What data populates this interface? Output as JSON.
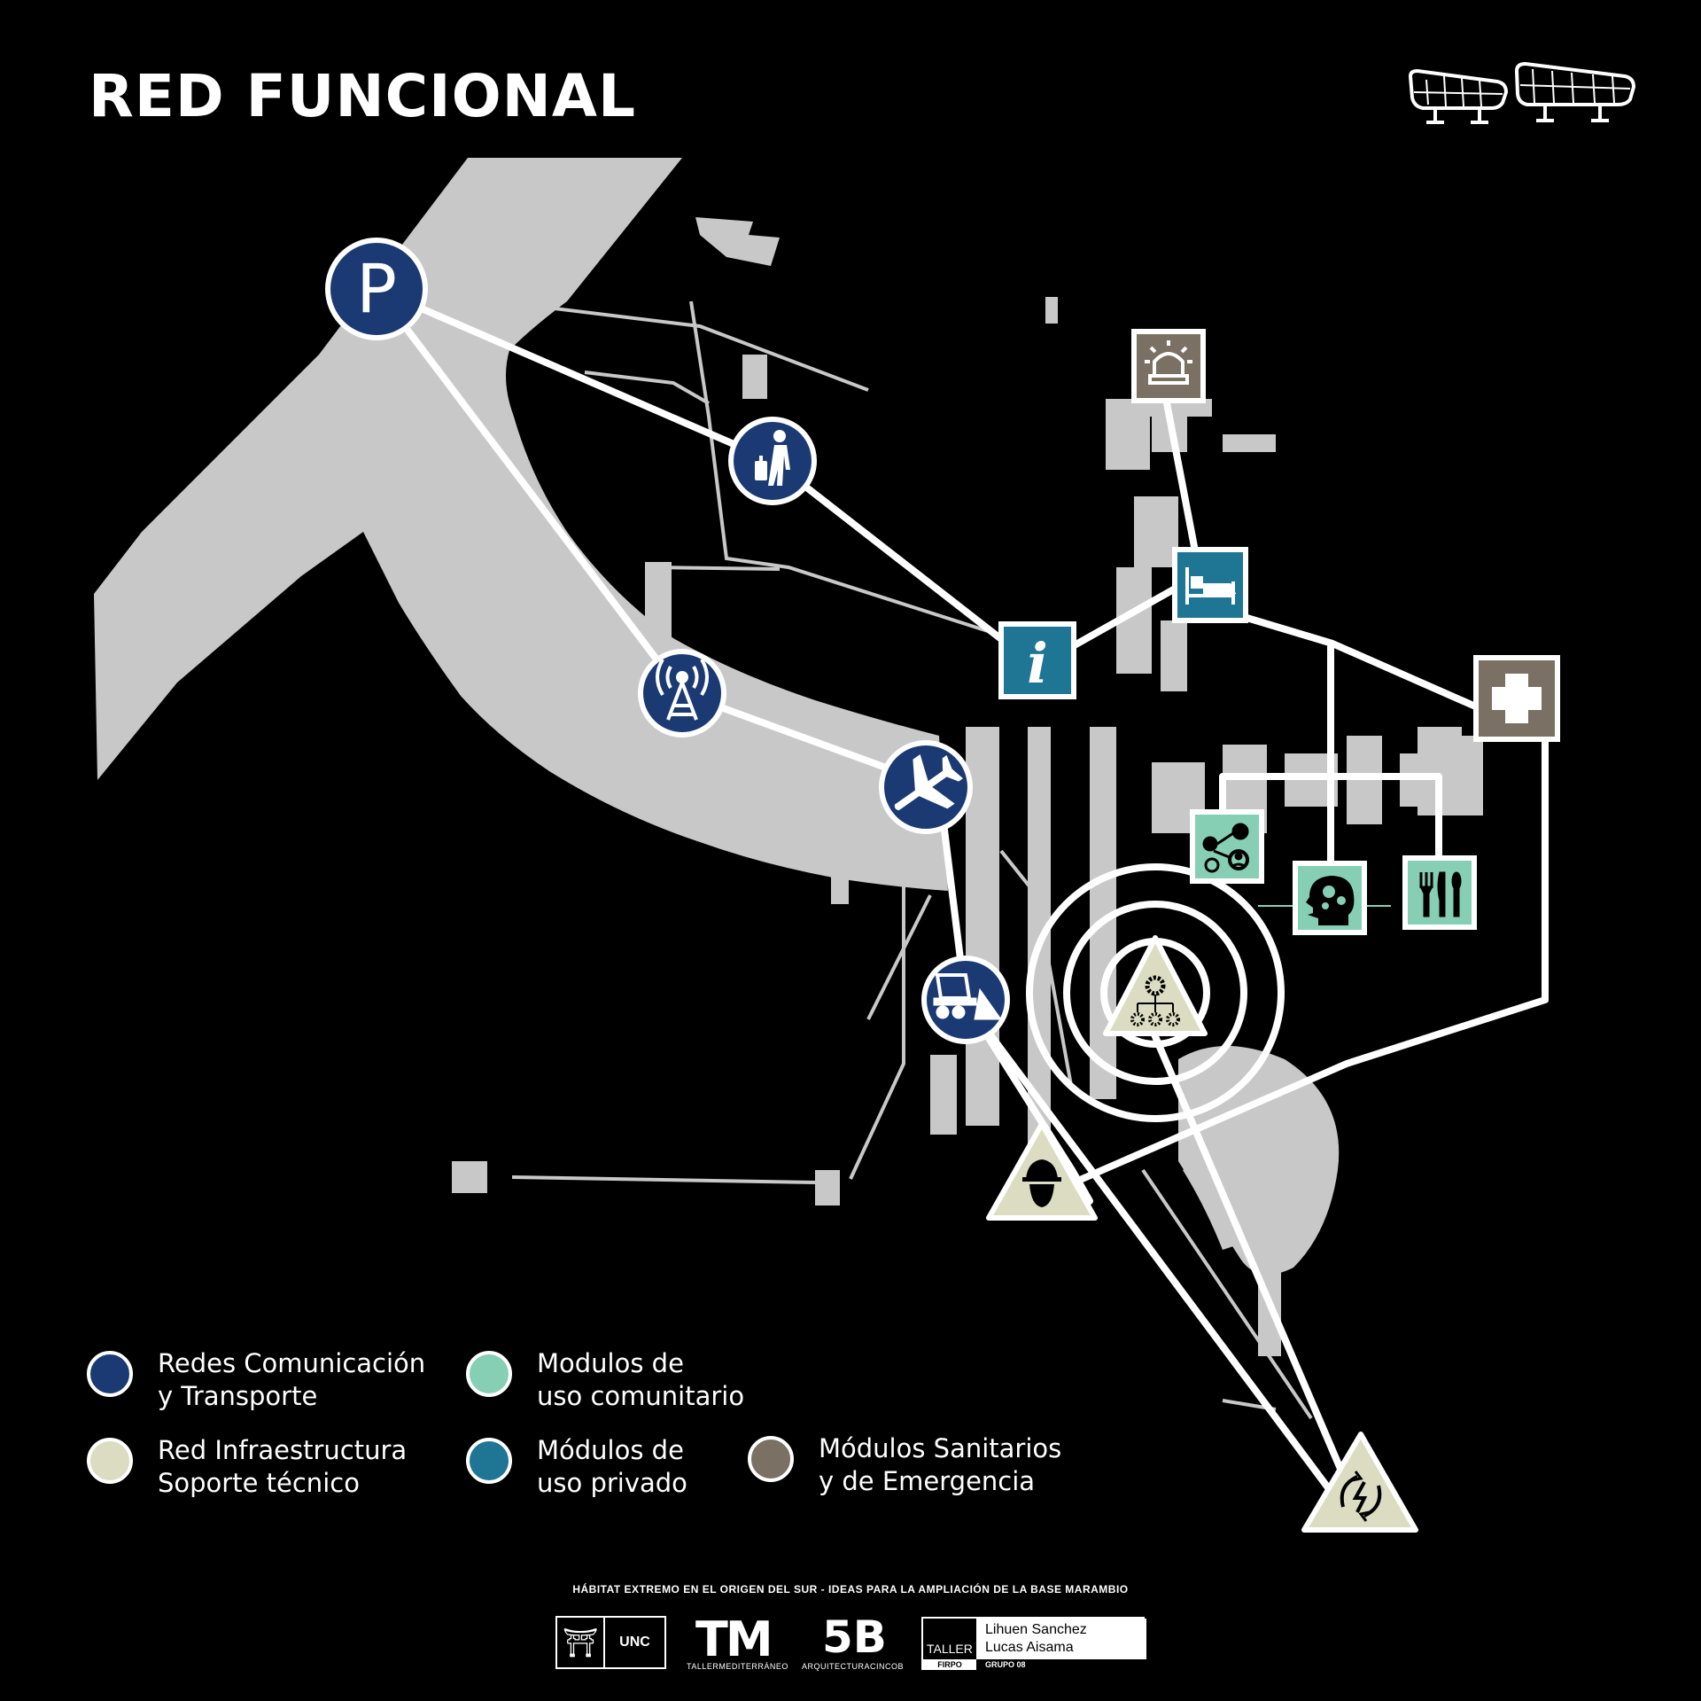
{
  "title": "RED FUNCIONAL",
  "colors": {
    "comunicacion": "#1b3a73",
    "comunitario": "#86cfb5",
    "infraestructura": "#dcdcc2",
    "privado": "#1f7594",
    "sanitario": "#7a7064",
    "terrain": "#c8c8c8"
  },
  "nodes": [
    {
      "id": "parking",
      "shape": "circle",
      "category": "comunicacion",
      "icon": "parking-icon",
      "glyph": "P"
    },
    {
      "id": "pedestrian",
      "shape": "circle",
      "category": "comunicacion",
      "icon": "pedestrian-luggage-icon"
    },
    {
      "id": "antenna",
      "shape": "circle",
      "category": "comunicacion",
      "icon": "antenna-icon"
    },
    {
      "id": "airplane",
      "shape": "circle",
      "category": "comunicacion",
      "icon": "airplane-icon"
    },
    {
      "id": "bulldozer",
      "shape": "circle",
      "category": "comunicacion",
      "icon": "bulldozer-icon"
    },
    {
      "id": "information",
      "shape": "square",
      "category": "privado",
      "icon": "information-icon",
      "glyph": "i"
    },
    {
      "id": "bed",
      "shape": "square",
      "category": "privado",
      "icon": "bed-icon"
    },
    {
      "id": "alarm",
      "shape": "square",
      "category": "sanitario",
      "icon": "alarm-light-icon"
    },
    {
      "id": "medical",
      "shape": "square",
      "category": "sanitario",
      "icon": "medical-cross-icon"
    },
    {
      "id": "community",
      "shape": "square",
      "category": "comunitario",
      "icon": "community-network-icon"
    },
    {
      "id": "brain",
      "shape": "square",
      "category": "comunitario",
      "icon": "brain-gears-icon"
    },
    {
      "id": "dining",
      "shape": "square",
      "category": "comunitario",
      "icon": "fork-knife-icon"
    },
    {
      "id": "central-gears",
      "shape": "triangle",
      "category": "infraestructura",
      "icon": "gears-network-icon"
    },
    {
      "id": "worker",
      "shape": "triangle",
      "category": "infraestructura",
      "icon": "hard-hat-worker-icon"
    },
    {
      "id": "energy",
      "shape": "triangle",
      "category": "infraestructura",
      "icon": "lightning-cycle-icon"
    }
  ],
  "legend": [
    {
      "category": "comunicacion",
      "line1": "Redes Comunicación",
      "line2": "y Transporte"
    },
    {
      "category": "comunitario",
      "line1": "Modulos de",
      "line2": "uso comunitario"
    },
    {
      "category": "infraestructura",
      "line1": "Red Infraestructura",
      "line2": "Soporte técnico"
    },
    {
      "category": "privado",
      "line1": "Módulos de",
      "line2": "uso privado"
    },
    {
      "category": "sanitario",
      "line1": "Módulos Sanitarios",
      "line2": "y de Emergencia"
    }
  ],
  "footer": {
    "subtitle": "HÁBITAT EXTREMO EN EL ORIGEN DEL SUR - IDEAS PARA LA AMPLIACIÓN DE LA BASE MARAMBIO",
    "unc": "UNC",
    "tm": "TM",
    "tm_caption": "TALLERMEDITERRÁNEO",
    "b5": "5B",
    "b5_caption": "ARQUITECTURACINCOB",
    "taller": "TALLER",
    "firpo": "FIRPO",
    "name1": "Lihuen Sanchez",
    "name2": "Lucas Aisama",
    "grupo": "GRUPO 08"
  }
}
